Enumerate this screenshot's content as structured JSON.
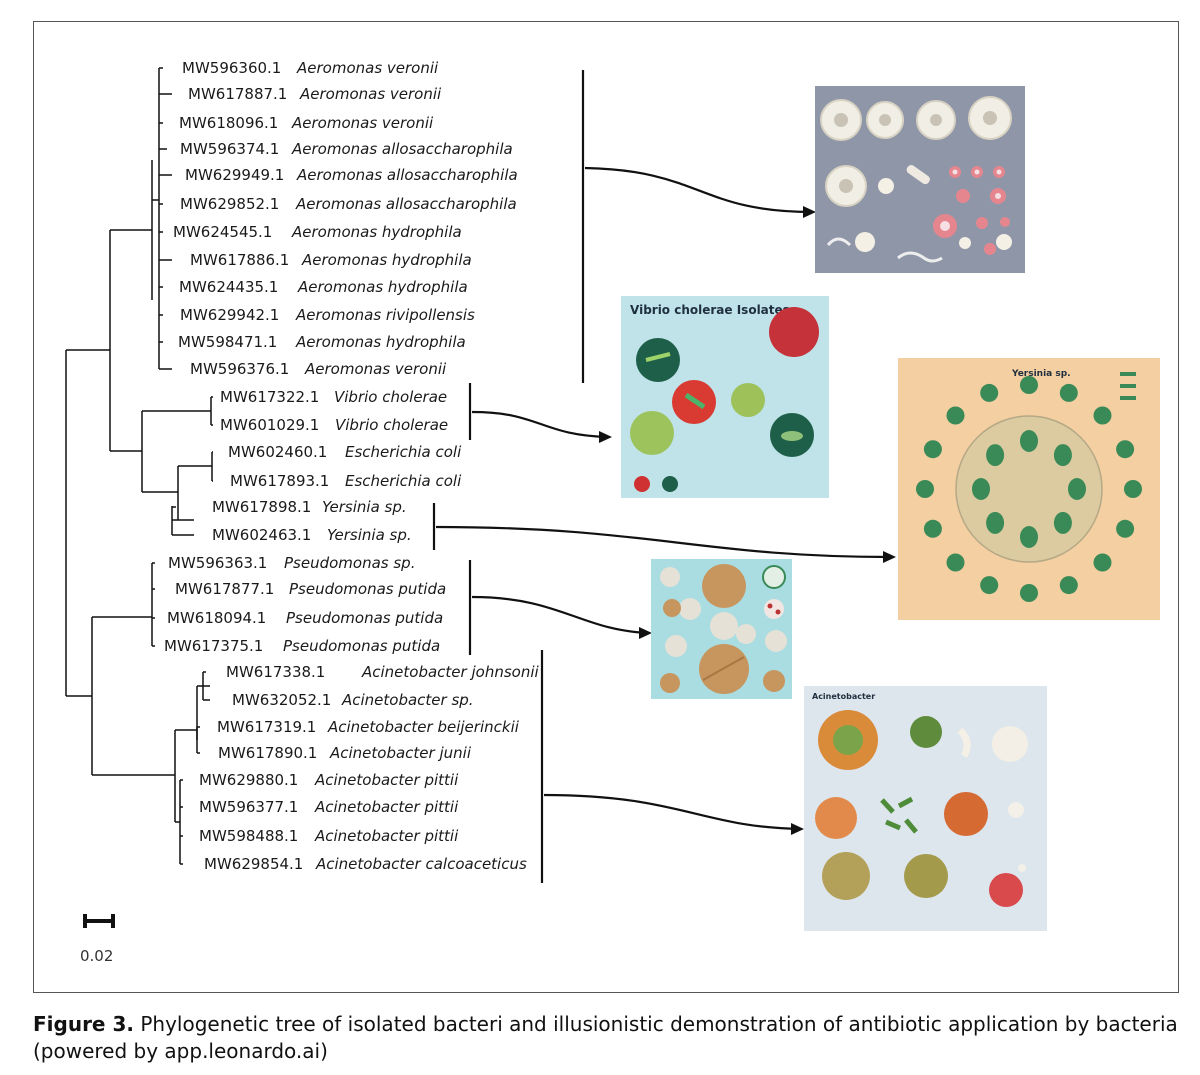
{
  "tree": {
    "leaves": [
      {
        "accession": "MW596360.1",
        "species": "Aeromonas veronii"
      },
      {
        "accession": "MW617887.1",
        "species": "Aeromonas veronii"
      },
      {
        "accession": "MW618096.1",
        "species": "Aeromonas veronii"
      },
      {
        "accession": "MW596374.1",
        "species": "Aeromonas allosaccharophila"
      },
      {
        "accession": "MW629949.1",
        "species": "Aeromonas allosaccharophila"
      },
      {
        "accession": "MW629852.1",
        "species": "Aeromonas allosaccharophila"
      },
      {
        "accession": "MW624545.1",
        "species": "Aeromonas hydrophila"
      },
      {
        "accession": "MW617886.1",
        "species": "Aeromonas hydrophila"
      },
      {
        "accession": "MW624435.1",
        "species": "Aeromonas hydrophila"
      },
      {
        "accession": "MW629942.1",
        "species": "Aeromonas rivipollensis"
      },
      {
        "accession": "MW598471.1",
        "species": "Aeromonas hydrophila"
      },
      {
        "accession": "MW596376.1",
        "species": "Aeromonas veronii"
      },
      {
        "accession": "MW617322.1",
        "species": "Vibrio cholerae"
      },
      {
        "accession": "MW601029.1",
        "species": "Vibrio cholerae"
      },
      {
        "accession": "MW602460.1",
        "species": "Escherichia coli"
      },
      {
        "accession": "MW617893.1",
        "species": "Escherichia coli"
      },
      {
        "accession": "MW617898.1",
        "species": "Yersinia sp."
      },
      {
        "accession": "MW602463.1",
        "species": "Yersinia sp."
      },
      {
        "accession": "MW596363.1",
        "species": "Pseudomonas sp."
      },
      {
        "accession": "MW617877.1",
        "species": "Pseudomonas putida"
      },
      {
        "accession": "MW618094.1",
        "species": "Pseudomonas putida"
      },
      {
        "accession": "MW617375.1",
        "species": "Pseudomonas putida"
      },
      {
        "accession": "MW617338.1",
        "species": "Acinetobacter johnsonii"
      },
      {
        "accession": "MW632052.1",
        "species": "Acinetobacter sp."
      },
      {
        "accession": "MW617319.1",
        "species": "Acinetobacter beijerinckii"
      },
      {
        "accession": "MW617890.1",
        "species": "Acinetobacter junii"
      },
      {
        "accession": "MW629880.1",
        "species": "Acinetobacter pittii"
      },
      {
        "accession": "MW596377.1",
        "species": "Acinetobacter pittii"
      },
      {
        "accession": "MW598488.1",
        "species": "Acinetobacter pittii"
      },
      {
        "accession": "MW629854.1",
        "species": "Acinetobacter calcoaceticus"
      }
    ],
    "scale_bar": "0.02"
  },
  "panels": {
    "vibrio_title": "Vibrio cholerae Isolates",
    "yersinia_title": "Yersinia sp.",
    "acinetobacter_title": "Acinetobacter"
  },
  "caption": {
    "label": "Figure 3.",
    "text": " Phylogenetic tree of isolated bacteri and illusionistic demonstration of antibiotic application by bacteria (powered by app.leonardo.ai)"
  },
  "colors": {
    "line": "#111111",
    "aeromonas_bg": "#8e96a8",
    "vibrio_bg": "#bfe3e8",
    "yersinia_bg": "#f4cfa1",
    "pseudomonas_bg": "#a9dde2",
    "acinetobacter_bg": "#dde6ec"
  }
}
